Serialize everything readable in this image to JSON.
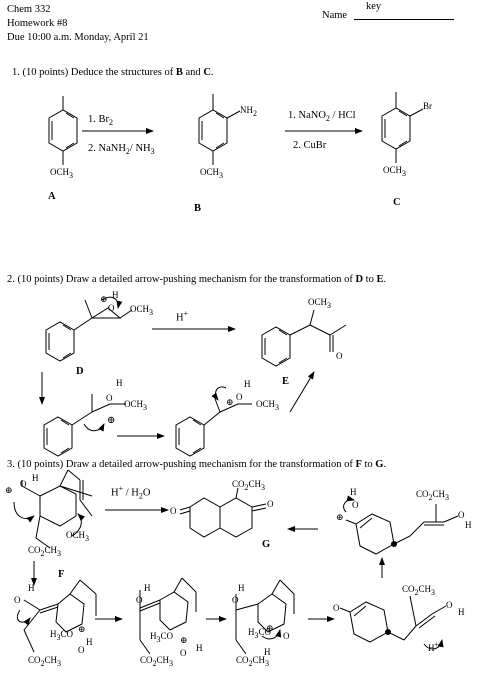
{
  "header": {
    "course": "Chem 332",
    "homework": "Homework #8",
    "due": "Due 10:00 a.m. Monday, April 21",
    "name_label": "Name",
    "name_value": "key"
  },
  "q1": {
    "prompt_pre": "1.  (10 points) Deduce the structures of ",
    "b": "B",
    "and": " and ",
    "c": "C",
    "end": ".",
    "step1_a": "1. Br",
    "step1_a_sub": "2",
    "step1_b": "2. NaNH",
    "step1_b_sub": "2",
    "step1_b_end": "/ NH",
    "step1_b_sub2": "3",
    "step2_a": "1. NaNO",
    "step2_a_sub": "2",
    "step2_a_end": " / HCl",
    "step2_b": "2.  CuBr",
    "nh2": "NH",
    "nh2_sub": "2",
    "br": "Br",
    "och3": "OCH",
    "och3_sub": "3",
    "label_a": "A",
    "label_b": "B",
    "label_c": "C"
  },
  "q2": {
    "prompt_pre": "2.  (10 points)  Draw a detailed arrow-pushing mechanism for the transformation of ",
    "d": "D",
    "to": " to ",
    "e": "E",
    "end": ".",
    "reagent": "H",
    "reagent_sup": "+",
    "label_d": "D",
    "label_e": "E",
    "och3": "OCH",
    "och3_sub": "3",
    "o": "O",
    "h": "H",
    "plus": "⊕"
  },
  "q3": {
    "prompt_pre": "3.  (10 points)   Draw a detailed arrow-pushing mechanism for the transformation of ",
    "f": "F",
    "to": " to ",
    "g": "G",
    "end": ".",
    "reagent": "H",
    "reagent_sup": "+",
    "reagent_end": " / H",
    "reagent_sub": "2",
    "reagent_end2": "O",
    "label_f": "F",
    "label_g": "G",
    "co2ch3": "CO",
    "co2ch3_sub": "2",
    "co2ch3_end": "CH",
    "co2ch3_sub2": "3",
    "och3": "OCH",
    "och3_sub": "3",
    "h3co": "H",
    "h3co_sub": "3",
    "h3co_end": "CO",
    "o": "O",
    "h": "H",
    "plus": "⊕"
  }
}
